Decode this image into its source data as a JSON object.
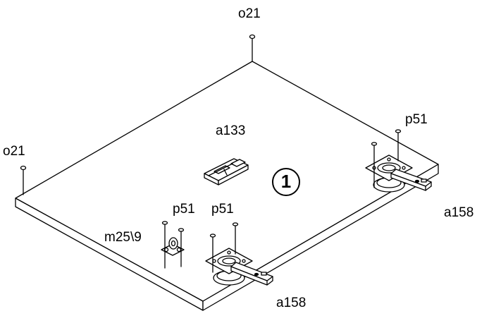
{
  "step": {
    "number": "1"
  },
  "labels": {
    "dowel_top": "o21",
    "dowel_left": "o21",
    "bracket_center": "a133",
    "screw_right": "p51",
    "screw_left_a": "p51",
    "screw_left_b": "p51",
    "connector": "m25\\9",
    "hinge_right": "a158",
    "hinge_front": "a158"
  },
  "colors": {
    "line": "#000000",
    "background": "#ffffff"
  }
}
